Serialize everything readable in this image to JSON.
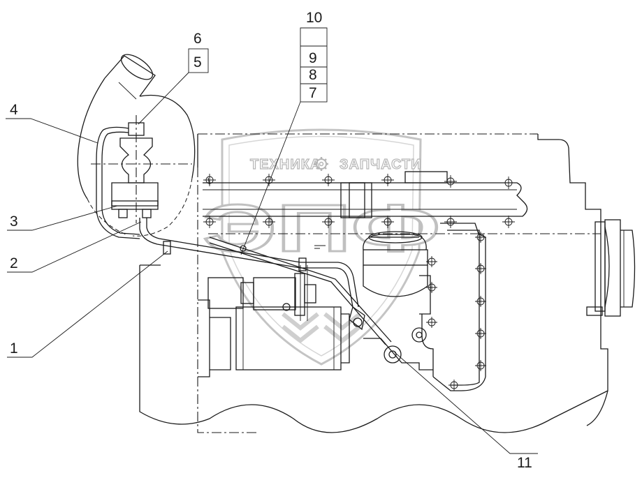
{
  "callouts": [
    {
      "id": "c1",
      "label": "1"
    },
    {
      "id": "c2",
      "label": "2"
    },
    {
      "id": "c3",
      "label": "3"
    },
    {
      "id": "c4",
      "label": "4"
    },
    {
      "id": "c5",
      "label": "5"
    },
    {
      "id": "c6",
      "label": "6"
    },
    {
      "id": "c7",
      "label": "7"
    },
    {
      "id": "c8",
      "label": "8"
    },
    {
      "id": "c9",
      "label": "9"
    },
    {
      "id": "c10",
      "label": "10"
    },
    {
      "id": "c11",
      "label": "11"
    }
  ],
  "watermark": {
    "left_word": "ТЕХНИКА",
    "right_word": "ЗАПЧАСТИ",
    "monogram": "ЭПФ",
    "gear_icon": "gear-icon"
  },
  "colors": {
    "line": "#1a1a1a",
    "watermark": "#c0c0c0",
    "background": "#ffffff"
  }
}
